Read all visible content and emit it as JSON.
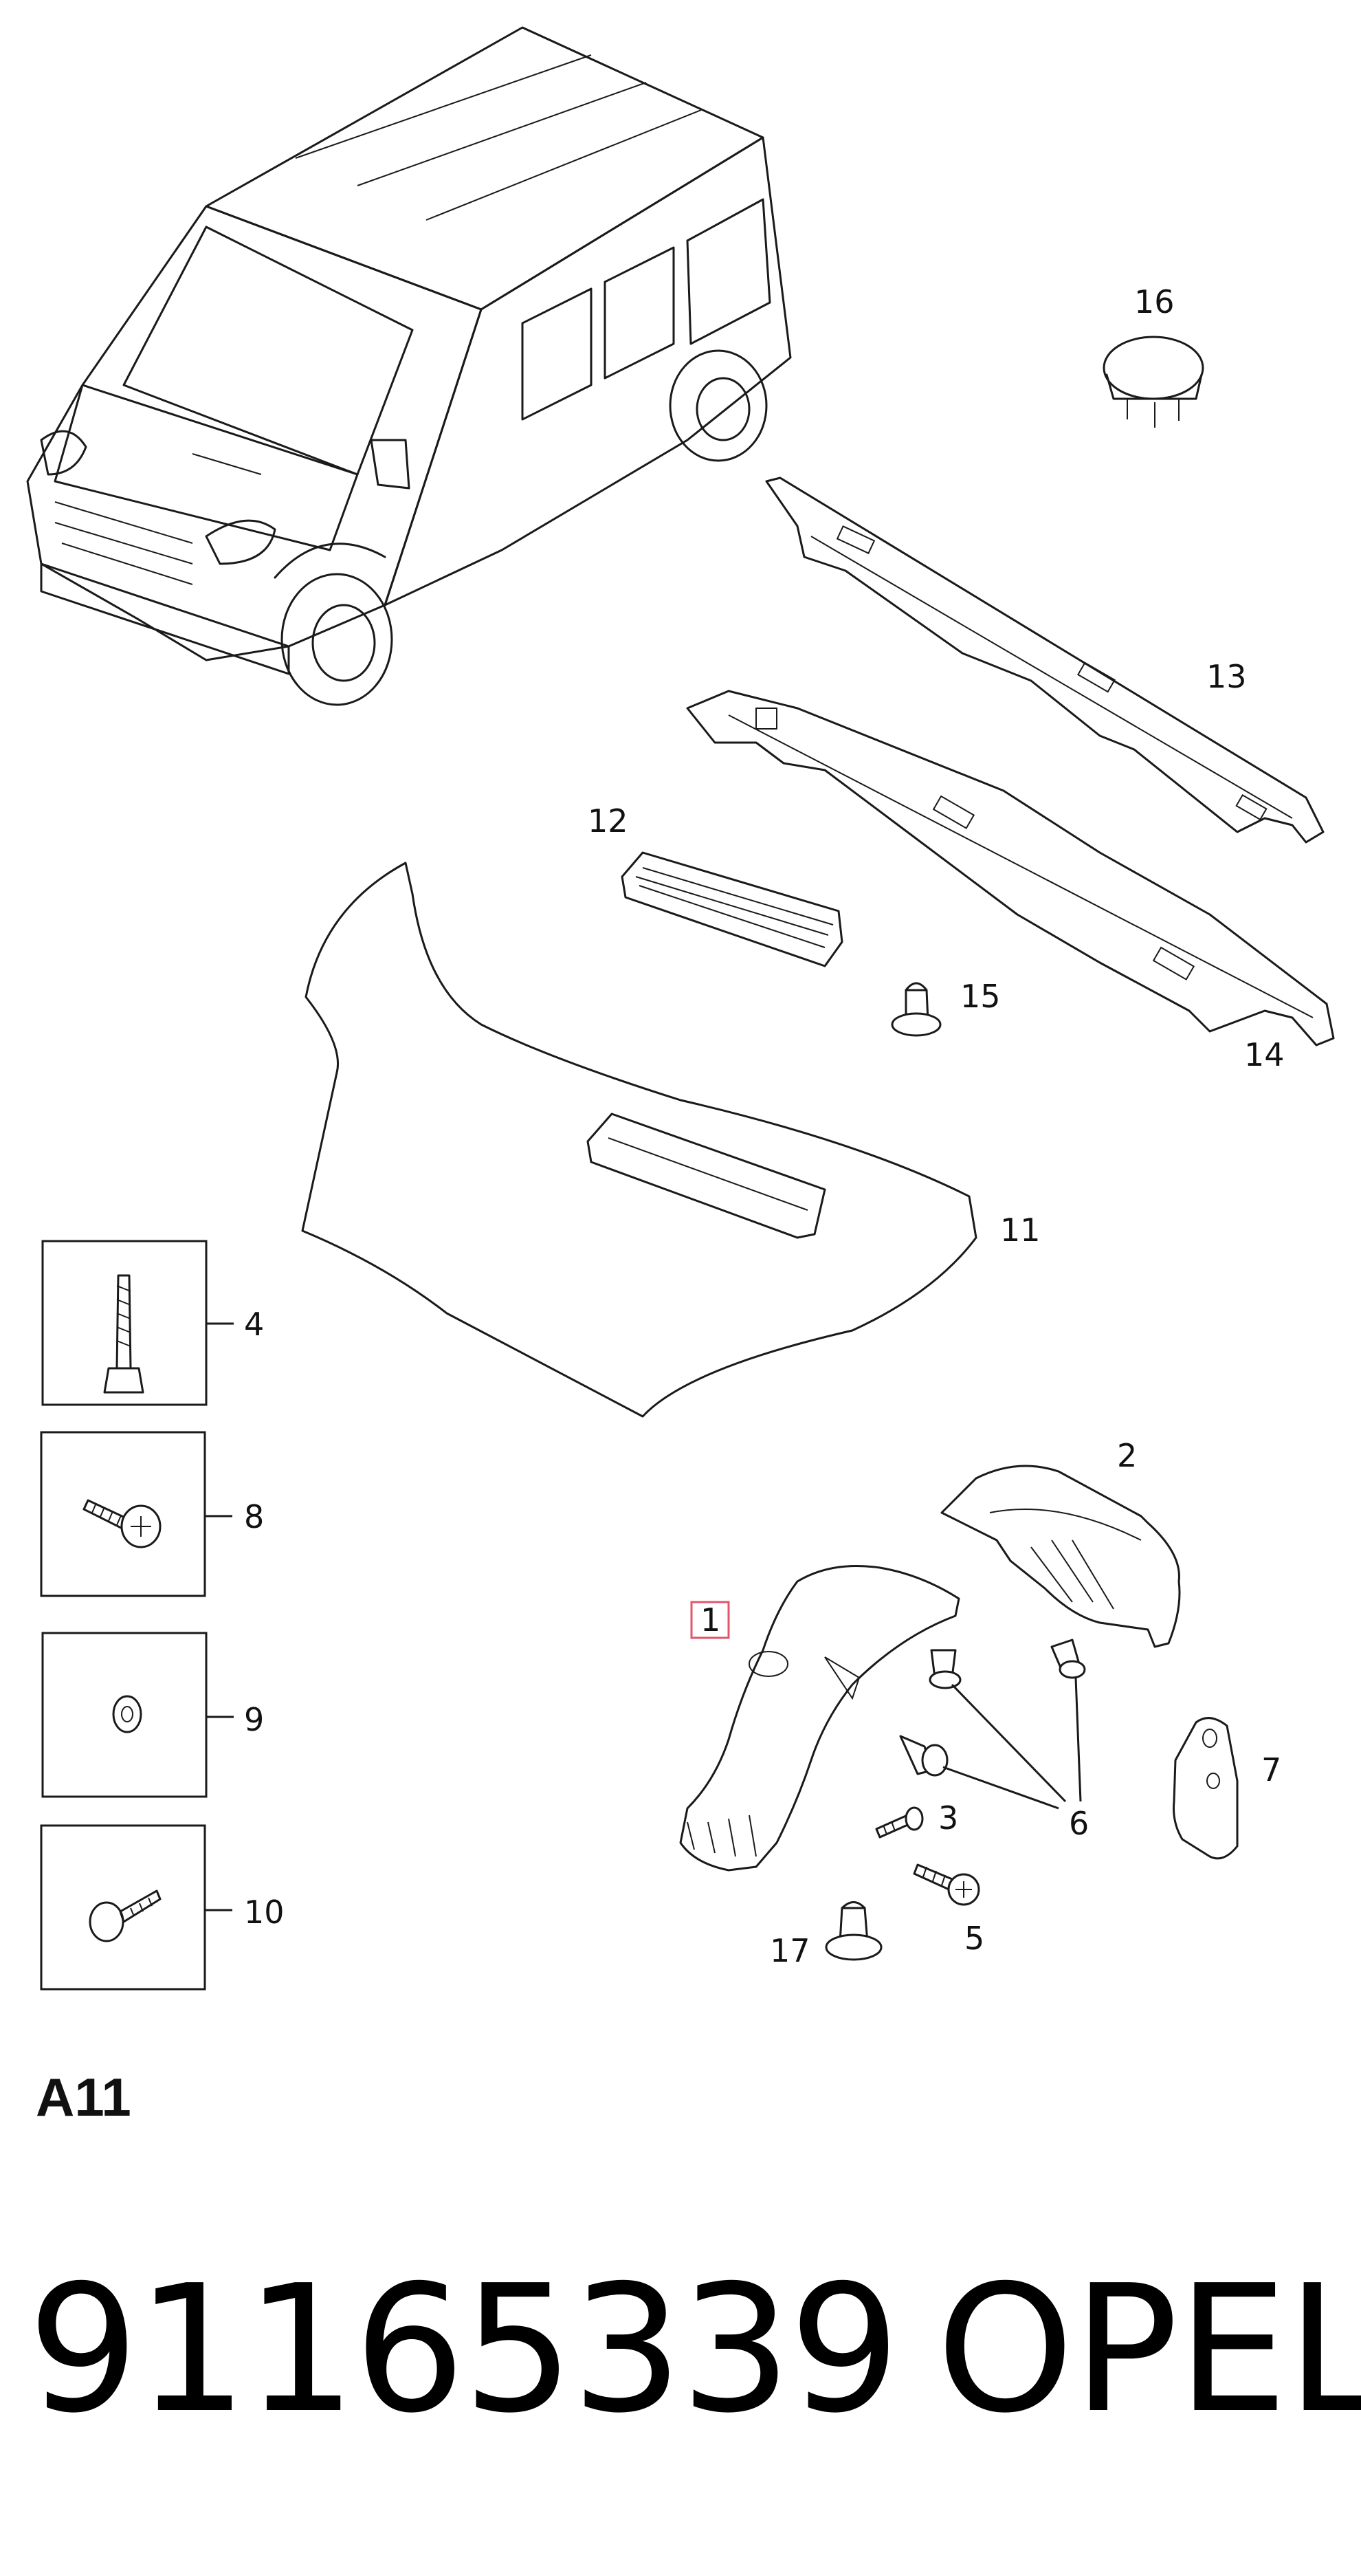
{
  "callouts": {
    "c1": "1",
    "c2": "2",
    "c3": "3",
    "c4": "4",
    "c5": "5",
    "c6": "6",
    "c7": "7",
    "c8": "8",
    "c9": "9",
    "c10": "10",
    "c11": "11",
    "c12": "12",
    "c13": "13",
    "c14": "14",
    "c15": "15",
    "c16": "16",
    "c17": "17"
  },
  "highlighted_callout": "1",
  "highlight_color": "#e0566b",
  "section_code": "A11",
  "part_number": "91165339",
  "brand": "OPEL"
}
